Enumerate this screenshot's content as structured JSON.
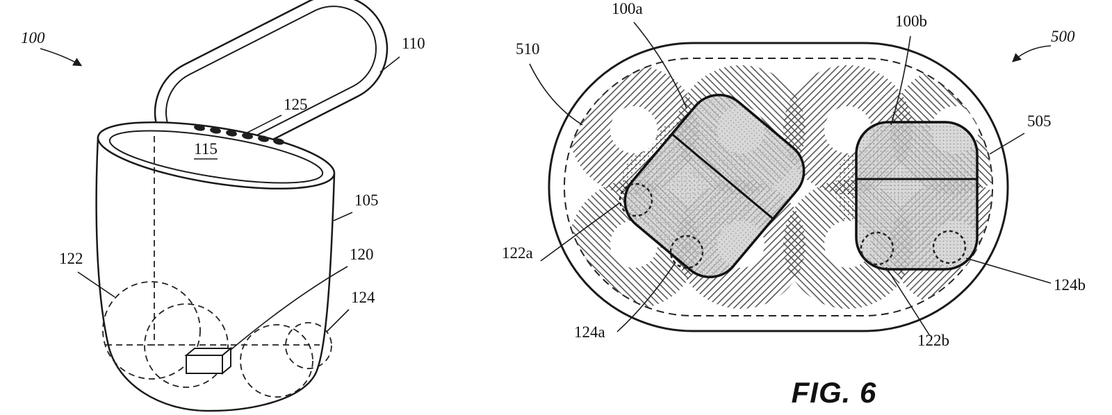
{
  "caption": "FIG. 6",
  "left_figure": {
    "ref_100": "100",
    "ref_110": "110",
    "ref_125": "125",
    "ref_115": "115",
    "ref_105": "105",
    "ref_122": "122",
    "ref_120": "120",
    "ref_124": "124"
  },
  "right_figure": {
    "ref_500": "500",
    "ref_510": "510",
    "ref_100a": "100a",
    "ref_100b": "100b",
    "ref_505": "505",
    "ref_122a": "122a",
    "ref_124a": "124a",
    "ref_122b": "122b",
    "ref_124b": "124b"
  },
  "colors": {
    "line": "#1a1a1a",
    "background": "#ffffff",
    "device_fill": "#c9c9c9",
    "hatch": "#4a4a4a"
  }
}
